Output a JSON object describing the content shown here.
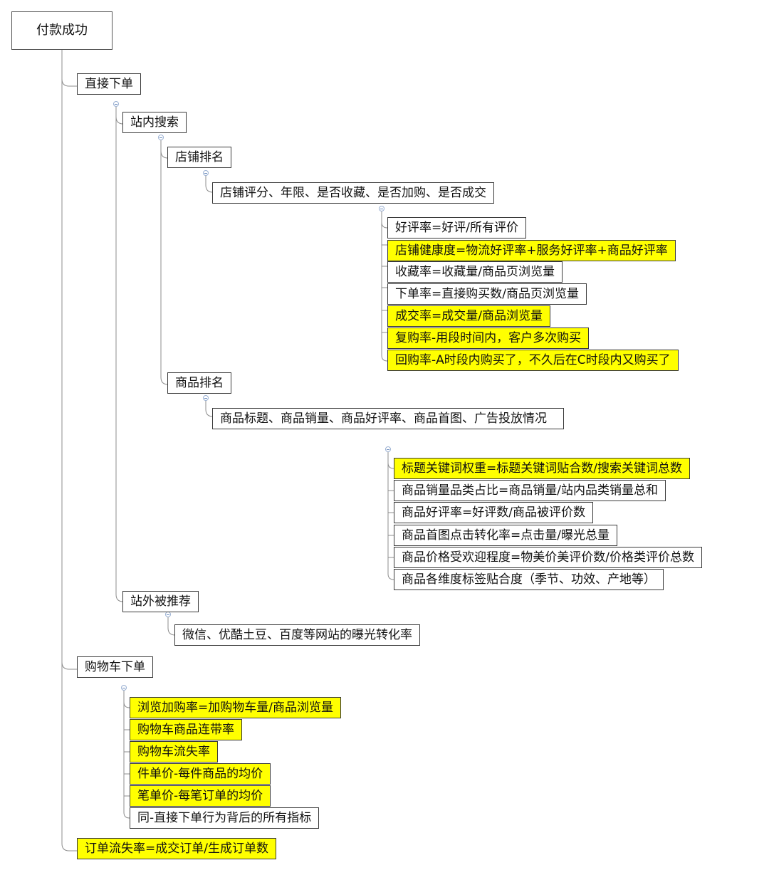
{
  "mindmap": {
    "root": "付款成功",
    "direct_order": {
      "label": "直接下单",
      "onsite_search": {
        "label": "站内搜索",
        "shop_rank": {
          "label": "店铺排名",
          "factors": "店铺评分、年限、是否收藏、是否加购、是否成交",
          "metrics": [
            "好评率=好评/所有评价",
            "店铺健康度=物流好评率+服务好评率+商品好评率",
            "收藏率=收藏量/商品页浏览量",
            "下单率=直接购买数/商品页浏览量",
            "成交率=成交量/商品浏览量",
            "复购率-用段时间内，客户多次购买",
            "回购率-A时段内购买了，不久后在C时段内又购买了"
          ]
        },
        "product_rank": {
          "label": "商品排名",
          "factors": "商品标题、商品销量、商品好评率、商品首图、广告投放情况",
          "metrics": [
            "标题关键词权重=标题关键词贴合数/搜索关键词总数",
            "商品销量品类占比=商品销量/站内品类销量总和",
            "商品好评率=好评数/商品被评价数",
            "商品首图点击转化率=点击量/曝光总量",
            "商品价格受欢迎程度=物美价美评价数/价格类评价总数",
            "商品各维度标签贴合度（季节、功效、产地等）"
          ]
        }
      },
      "offsite": {
        "label": "站外被推荐",
        "detail": "微信、优酷土豆、百度等网站的曝光转化率"
      }
    },
    "cart_order": {
      "label": "购物车下单",
      "metrics": [
        "浏览加购率=加购物车量/商品浏览量",
        "购物车商品连带率",
        "购物车流失率",
        "件单价-每件商品的均价",
        "笔单价-每笔订单的均价",
        "同-直接下单行为背后的所有指标"
      ]
    },
    "order_loss": "订单流失率=成交订单/生成订单数"
  },
  "colors": {
    "highlight": "#ffff00",
    "border": "#3a3a3a",
    "connector": "#8c8c8c",
    "collapse_marker": "#6f8fc0"
  }
}
